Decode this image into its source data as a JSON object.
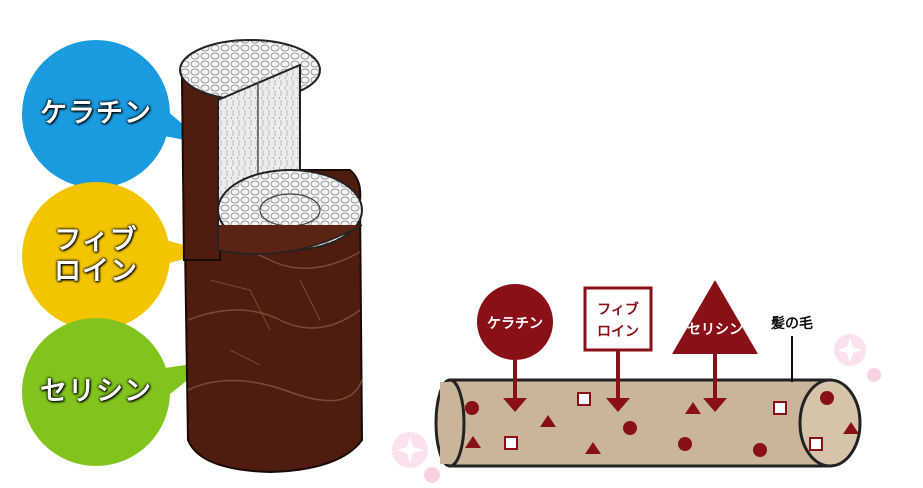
{
  "left_labels": [
    {
      "text": "ケラチン",
      "color": "#1a9be0"
    },
    {
      "text": "フィブ\nロイン",
      "color": "#f3c500"
    },
    {
      "text": "セリシン",
      "color": "#82c31e"
    }
  ],
  "right_diagram": {
    "keratin_label": "ケラチン",
    "fibroin_label": "フィブ\nロイン",
    "sericin_label": "セリシン",
    "hair_label": "髪の毛",
    "marker_color": "#8a1018",
    "hair_color": "#c9b59a"
  }
}
